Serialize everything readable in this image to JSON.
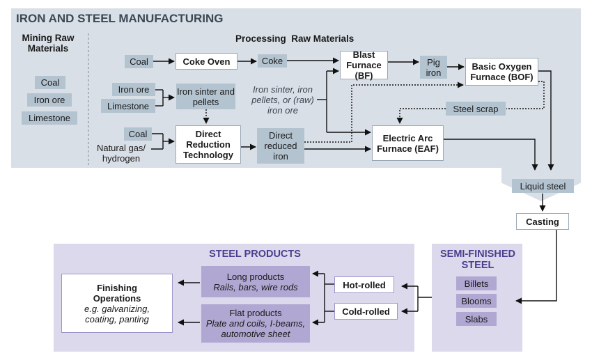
{
  "title": "IRON AND STEEL MANUFACTURING",
  "mining": {
    "heading": "Mining Raw Materials",
    "items": [
      "Coal",
      "Iron ore",
      "Limestone"
    ]
  },
  "processing": {
    "heading": "Processing  Raw Materials",
    "coal_top": "Coal",
    "coke_oven": "Coke Oven",
    "coke": "Coke",
    "blast_furnace": "Blast Furnace (BF)",
    "pig_iron": "Pig iron",
    "bof": "Basic Oxygen Furnace (BOF)",
    "iron_ore": "Iron ore",
    "limestone": "Limestone",
    "sinter": "Iron sinter and pellets",
    "sinter_note": "Iron sinter, iron pellets, or (raw) iron ore",
    "steel_scrap": "Steel scrap",
    "coal_mid": "Coal",
    "natgas": "Natural gas/ hydrogen",
    "drt": "Direct Reduction Technology",
    "dri": "Direct reduced iron",
    "eaf": "Electric Arc Furnace (EAF)"
  },
  "liquid_steel": "Liquid steel",
  "casting": "Casting",
  "semi": {
    "title": "SEMI-FINISHED STEEL",
    "items": [
      "Billets",
      "Blooms",
      "Slabs"
    ]
  },
  "hot_rolled": "Hot-rolled",
  "cold_rolled": "Cold-rolled",
  "products": {
    "title": "STEEL PRODUCTS",
    "long_title": "Long products",
    "long_sub": "Rails, bars, wire rods",
    "flat_title": "Flat products",
    "flat_sub": "Plate and coils, I-beams, automotive sheet"
  },
  "finishing": {
    "title": "Finishing Operations",
    "sub": "e.g. galvanizing, coating, panting"
  }
}
